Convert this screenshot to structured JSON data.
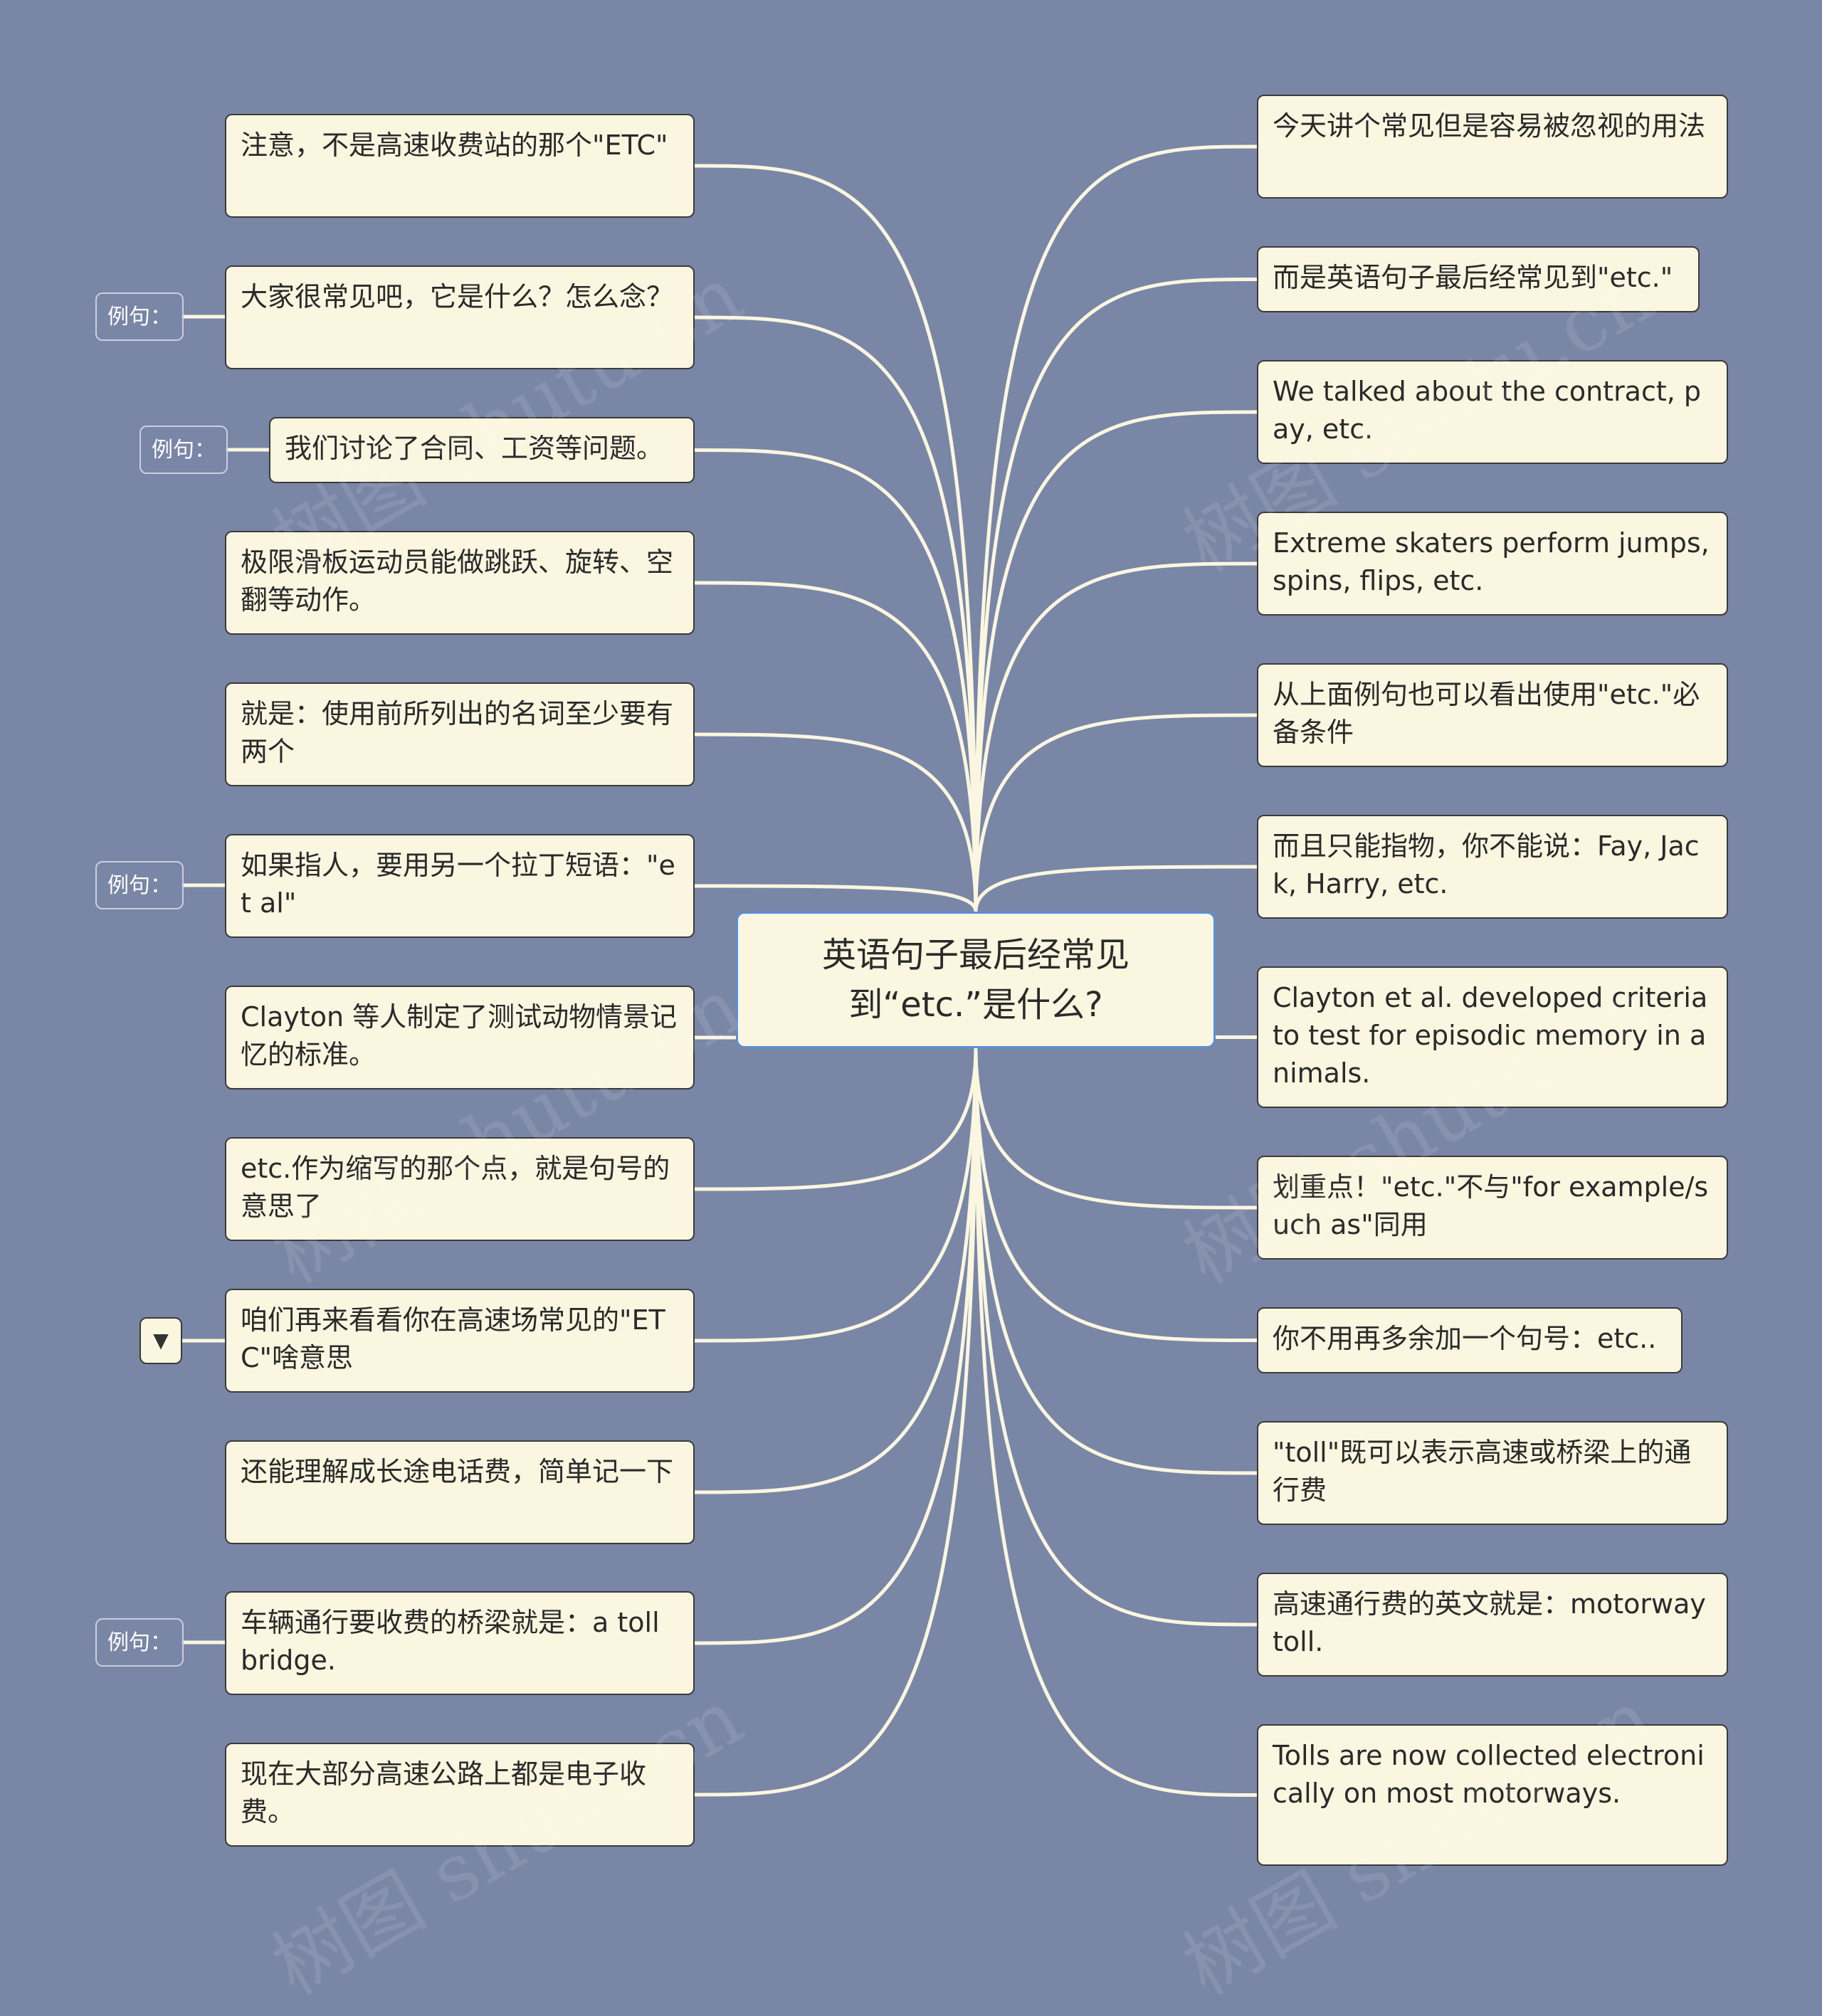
{
  "root": {
    "title": "英语句子最后经常见到“etc.”是什么?"
  },
  "left_nodes": [
    {
      "text": "注意，不是高速收费站的那个\"ETC\""
    },
    {
      "text": "大家很常见吧，它是什么？怎么念？",
      "tag": "例句："
    },
    {
      "text": "我们讨论了合同、工资等问题。",
      "tag": "例句："
    },
    {
      "text": "极限滑板运动员能做跳跃、旋转、空翻等动作。"
    },
    {
      "text": "就是：使用前所列出的名词至少要有两个"
    },
    {
      "text": "如果指人，要用另一个拉丁短语：\"et al\"",
      "tag": "例句："
    },
    {
      "text": "Clayton 等人制定了测试动物情景记忆的标准。"
    },
    {
      "text": "etc.作为缩写的那个点，就是句号的意思了"
    },
    {
      "text": "咱们再来看看你在高速场常见的\"ETC\"啥意思",
      "collapse": "▼"
    },
    {
      "text": "还能理解成长途电话费，简单记一下"
    },
    {
      "text": "车辆通行要收费的桥梁就是：a toll bridge.",
      "tag": "例句："
    },
    {
      "text": "现在大部分高速公路上都是电子收费。"
    }
  ],
  "right_nodes": [
    {
      "text": "今天讲个常见但是容易被忽视的用法"
    },
    {
      "text": "而是英语句子最后经常见到\"etc.\""
    },
    {
      "text": "We talked about the contract, pay, etc."
    },
    {
      "text": "Extreme skaters perform jumps, spins, flips, etc."
    },
    {
      "text": "从上面例句也可以看出使用\"etc.\"必备条件"
    },
    {
      "text": "而且只能指物，你不能说：Fay, Jack, Harry, etc."
    },
    {
      "text": "Clayton et al. developed criteria to test for episodic memory in animals."
    },
    {
      "text": "划重点！\"etc.\"不与\"for example/such as\"同用"
    },
    {
      "text": "你不用再多余加一个句号：etc.."
    },
    {
      "text": "\"toll\"既可以表示高速或桥梁上的通行费"
    },
    {
      "text": "高速通行费的英文就是：motorway toll."
    },
    {
      "text": "Tolls are now collected electronically on most motorways."
    }
  ],
  "watermark": "树图 shutu.cn",
  "colors": {
    "background": "#7a86a6",
    "node_fill": "#faf6e0",
    "node_border": "#3b3b3b",
    "root_border": "#5b8fd8",
    "link": "#faf6e0"
  }
}
